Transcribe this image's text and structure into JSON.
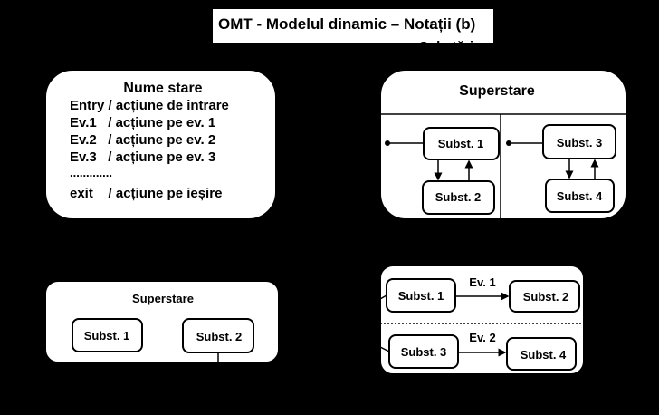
{
  "title": "OMT - Modelul dinamic – Notații (b)",
  "subtitle_partial": "Substări",
  "state_notation": {
    "name": "Nume stare",
    "lines": [
      "Entry / acțiune de intrare",
      "Ev.1   / acțiune pe ev. 1",
      "Ev.2   / acțiune pe ev. 2",
      "Ev.3   / acțiune pe ev. 3",
      ".............",
      "exit    / acțiune pe ieșire"
    ]
  },
  "concurrent_superstate": {
    "name": "Superstare",
    "substates": [
      "Subst. 1",
      "Subst. 2",
      "Subst. 3",
      "Subst. 4"
    ]
  },
  "simple_superstate": {
    "name": "Superstare",
    "substates": [
      "Subst. 1",
      "Subst. 2"
    ]
  },
  "event_superstate": {
    "substates": [
      "Subst. 1",
      "Subst. 2",
      "Subst. 3",
      "Subst. 4"
    ],
    "events": [
      "Ev. 1",
      "Ev. 2"
    ]
  },
  "colors": {
    "background": "#000000",
    "box": "#ffffff",
    "stroke": "#000000"
  }
}
